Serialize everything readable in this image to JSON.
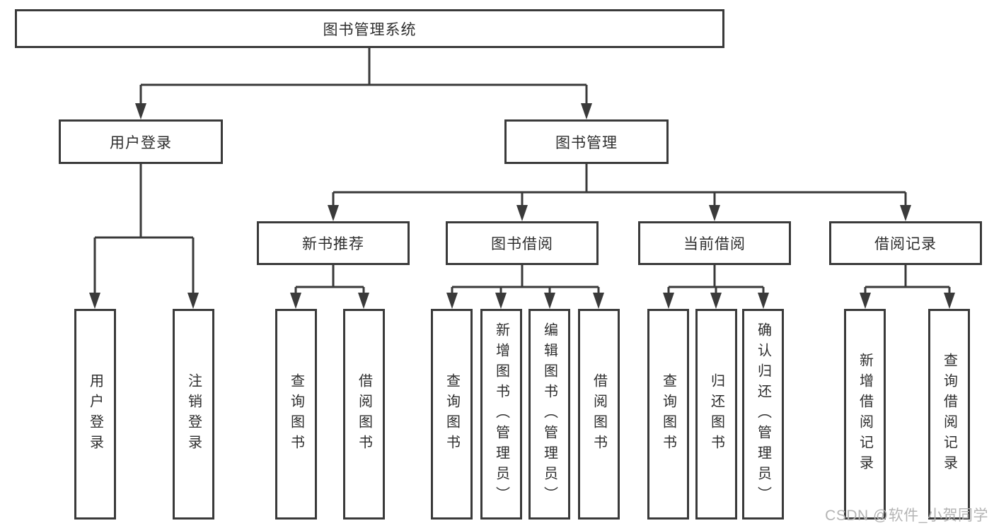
{
  "diagram": {
    "title": "图书管理系统",
    "level2": [
      {
        "label": "用户登录"
      },
      {
        "label": "图书管理"
      }
    ],
    "level3": [
      {
        "label": "新书推荐"
      },
      {
        "label": "图书借阅"
      },
      {
        "label": "当前借阅"
      },
      {
        "label": "借阅记录"
      }
    ],
    "leaves": {
      "user_login": [
        "用户登录",
        "注销登录"
      ],
      "new_books": [
        "查询图书",
        "借阅图书"
      ],
      "book_borrow": [
        "查询图书",
        "新增图书（管理员）",
        "编辑图书（管理员）",
        "借阅图书"
      ],
      "current_borrow": [
        "查询图书",
        "归还图书",
        "确认归还（管理员）"
      ],
      "borrow_records": [
        "新增借阅记录",
        "查询借阅记录"
      ]
    }
  },
  "watermark": "CSDN @软件_小贺同学",
  "colors": {
    "line": "#3a3a3a",
    "text": "#2e2e2e",
    "background": "#ffffff",
    "watermark": "#b4b4b4"
  }
}
